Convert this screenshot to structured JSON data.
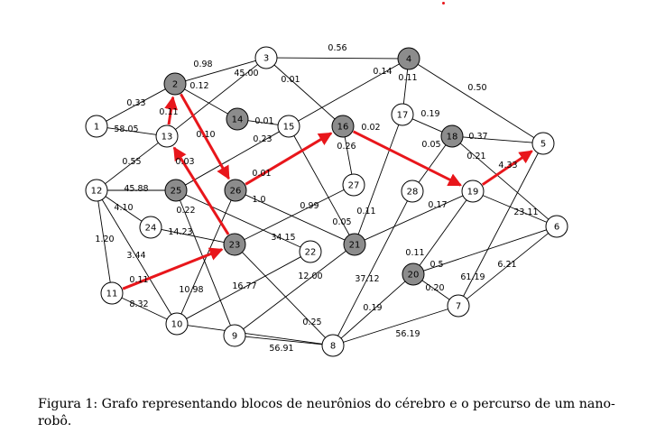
{
  "caption": "Figura 1: Grafo representando blocos de neurônios do cérebro e o percurso de um nano-robô.",
  "colors": {
    "highlighted_node": "#8c8c8c",
    "plain_node": "#ffffff",
    "path": "#e8161b"
  },
  "graph": {
    "nodes": [
      {
        "id": "1",
        "h": false
      },
      {
        "id": "2",
        "h": true
      },
      {
        "id": "3",
        "h": false
      },
      {
        "id": "4",
        "h": true
      },
      {
        "id": "5",
        "h": false
      },
      {
        "id": "6",
        "h": false
      },
      {
        "id": "7",
        "h": false
      },
      {
        "id": "8",
        "h": false
      },
      {
        "id": "9",
        "h": false
      },
      {
        "id": "10",
        "h": false
      },
      {
        "id": "11",
        "h": false
      },
      {
        "id": "12",
        "h": false
      },
      {
        "id": "13",
        "h": false
      },
      {
        "id": "14",
        "h": true
      },
      {
        "id": "15",
        "h": false
      },
      {
        "id": "16",
        "h": true
      },
      {
        "id": "17",
        "h": false
      },
      {
        "id": "18",
        "h": true
      },
      {
        "id": "19",
        "h": false
      },
      {
        "id": "20",
        "h": true
      },
      {
        "id": "21",
        "h": true
      },
      {
        "id": "22",
        "h": false
      },
      {
        "id": "23",
        "h": true
      },
      {
        "id": "24",
        "h": false
      },
      {
        "id": "25",
        "h": true
      },
      {
        "id": "26",
        "h": true
      },
      {
        "id": "27",
        "h": false
      },
      {
        "id": "28",
        "h": false
      }
    ],
    "edges": [
      {
        "a": "1",
        "b": "2",
        "w": "0.33"
      },
      {
        "a": "1",
        "b": "13",
        "w": "58.05"
      },
      {
        "a": "2",
        "b": "3",
        "w": "0.98"
      },
      {
        "a": "2",
        "b": "14",
        "w": "0.12"
      },
      {
        "a": "3",
        "b": "13",
        "w": "45.00"
      },
      {
        "a": "3",
        "b": "4",
        "w": "0.56"
      },
      {
        "a": "3",
        "b": "16",
        "w": "0.01"
      },
      {
        "a": "4",
        "b": "15",
        "w": "0.14"
      },
      {
        "a": "4",
        "b": "17",
        "w": "0.11"
      },
      {
        "a": "4",
        "b": "5",
        "w": "0.50"
      },
      {
        "a": "14",
        "b": "15",
        "w": "0.01"
      },
      {
        "a": "15",
        "b": "25",
        "w": "0.23"
      },
      {
        "a": "15",
        "b": "21",
        "w": ""
      },
      {
        "a": "16",
        "b": "27",
        "w": "0.26"
      },
      {
        "a": "17",
        "b": "18",
        "w": "0.19"
      },
      {
        "a": "17",
        "b": "21",
        "w": "0.11"
      },
      {
        "a": "18",
        "b": "5",
        "w": "0.37"
      },
      {
        "a": "18",
        "b": "28",
        "w": "0.05"
      },
      {
        "a": "18",
        "b": "6",
        "w": "0.21"
      },
      {
        "a": "12",
        "b": "13",
        "w": "0.55"
      },
      {
        "a": "12",
        "b": "25",
        "w": "45.88"
      },
      {
        "a": "12",
        "b": "24",
        "w": "4.10"
      },
      {
        "a": "12",
        "b": "11",
        "w": "1.20"
      },
      {
        "a": "12",
        "b": "10",
        "w": "3.44"
      },
      {
        "a": "25",
        "b": "22",
        "w": "34.15"
      },
      {
        "a": "25",
        "b": "9",
        "w": "0.22"
      },
      {
        "a": "26",
        "b": "21",
        "w": "1.0"
      },
      {
        "a": "26",
        "b": "10",
        "w": "10.98"
      },
      {
        "a": "27",
        "b": "23",
        "w": "0.99"
      },
      {
        "a": "24",
        "b": "23",
        "w": "14.23"
      },
      {
        "a": "23",
        "b": "8",
        "w": "0.25"
      },
      {
        "a": "21",
        "b": "19",
        "w": "0.17"
      },
      {
        "a": "21",
        "b": "9",
        "w": ""
      },
      {
        "a": "22",
        "b": "10",
        "w": "16.77"
      },
      {
        "a": "28",
        "b": "8",
        "w": "37.12"
      },
      {
        "a": "19",
        "b": "6",
        "w": "23.11"
      },
      {
        "a": "19",
        "b": "20",
        "w": "0.11"
      },
      {
        "a": "20",
        "b": "6",
        "w": "0.5"
      },
      {
        "a": "20",
        "b": "7",
        "w": "0.20"
      },
      {
        "a": "20",
        "b": "8",
        "w": "0.19"
      },
      {
        "a": "7",
        "b": "5",
        "w": "61.19"
      },
      {
        "a": "7",
        "b": "6",
        "w": "6.21"
      },
      {
        "a": "7",
        "b": "8",
        "w": "56.19"
      },
      {
        "a": "9",
        "b": "8",
        "w": "56.91"
      },
      {
        "a": "11",
        "b": "10",
        "w": "8.32"
      },
      {
        "a": "10",
        "b": "8",
        "w": ""
      }
    ],
    "extra_labels": [
      "0.05",
      "12.00"
    ],
    "path": [
      {
        "a": "11",
        "b": "23",
        "w": "0.11"
      },
      {
        "a": "23",
        "b": "13",
        "w": "0.03"
      },
      {
        "a": "13",
        "b": "2",
        "w": "0.11"
      },
      {
        "a": "2",
        "b": "26",
        "w": "0.10"
      },
      {
        "a": "26",
        "b": "16",
        "w": "0.01"
      },
      {
        "a": "16",
        "b": "19",
        "w": "0.02"
      },
      {
        "a": "19",
        "b": "5",
        "w": "4.33"
      }
    ]
  }
}
